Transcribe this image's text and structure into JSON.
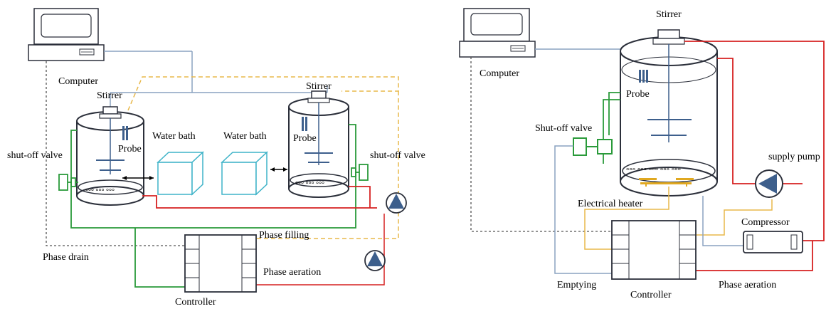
{
  "left_diagram": {
    "computer_label": "Computer",
    "stirrer_left_label": "Stirrer",
    "stirrer_right_label": "Stirrer",
    "probe_left_label": "Probe",
    "probe_right_label": "Probe",
    "water_bath_left_label": "Water bath",
    "water_bath_right_label": "Water bath",
    "shutoff_left_label": "shut-off valve",
    "shutoff_right_label": "shut-off valve",
    "phase_filling_label": "Phase filling",
    "phase_drain_label": "Phase drain",
    "phase_aeration_label": "Phase aeration",
    "controller_label": "Controller"
  },
  "right_diagram": {
    "computer_label": "Computer",
    "stirrer_label": "Stirrer",
    "probe_label": "Probe",
    "shutoff_label": "Shut-off valve",
    "supply_pump_label": "supply pump",
    "electrical_heater_label": "Electrical heater",
    "compressor_label": "Compressor",
    "emptying_label": "Emptying",
    "controller_label": "Controller",
    "phase_aeration_label": "Phase aeration"
  },
  "colors": {
    "vessel_stroke": "#2b2f3a",
    "blue_element": "#3d5f8c",
    "green_line": "#2a9a3a",
    "red_line": "#d62020",
    "yellow_line": "#e8b84a",
    "gray_line": "#8aa2c0",
    "water_bath": "#3fb3c8",
    "heater": "#e0a820"
  }
}
